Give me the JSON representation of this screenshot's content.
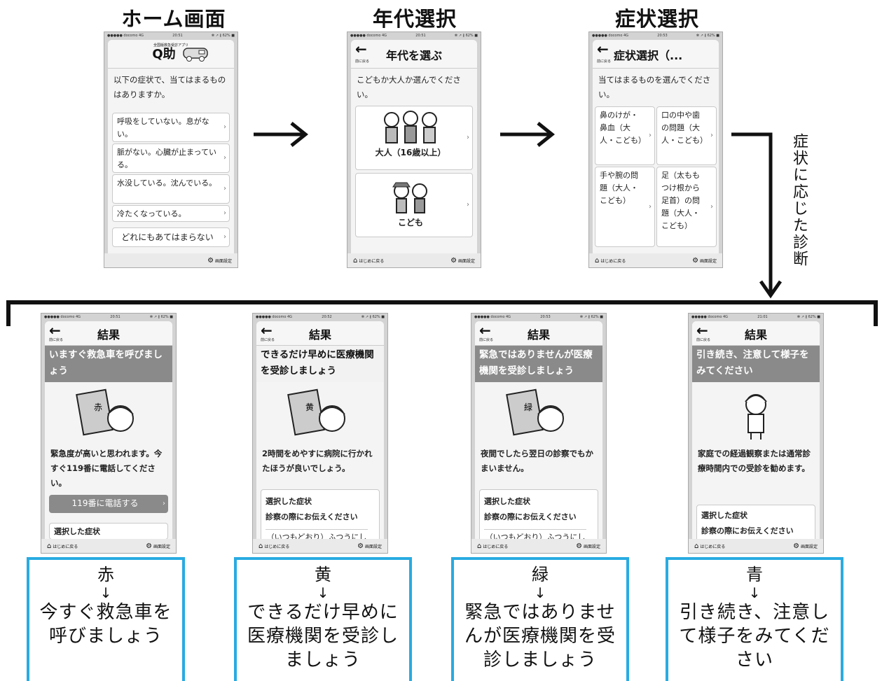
{
  "titles": {
    "home": "ホーム画面",
    "age": "年代選択",
    "symptom": "症状選択"
  },
  "side_label": "症状に応じた診断",
  "common": {
    "status_carrier": "●●●●● docomo  4G",
    "status_battery": "✻ ↗ ∦ 62% ■",
    "back_sub": "前に戻る",
    "footer_home": "はじめに戻る",
    "footer_settings": "画面設定",
    "result_title": "結果"
  },
  "home_screen": {
    "time": "20:51",
    "app_small": "全国版救急受診アプリ",
    "app_name": "Q助",
    "prompt": "以下の症状で、当てはまるものはありますか。",
    "options": [
      "呼吸をしていない。息がない。",
      "脈がない。心臓が止まっている。",
      "水没している。沈んでいる。",
      "冷たくなっている。"
    ],
    "none_button": "どれにもあてはまらない"
  },
  "age_screen": {
    "time": "20:51",
    "title": "年代を選ぶ",
    "prompt": "こどもか大人か選んでください。",
    "adult": "大人（16歳以上）",
    "child": "こども"
  },
  "symptom_screen": {
    "time": "20:53",
    "title": "症状選択（...",
    "prompt": "当てはまるものを選んでください。",
    "cells": [
      "鼻のけが・鼻血（大人・こども）",
      "口の中や歯の問題（大人・こども）",
      "手や腕の問題（大人・こども）",
      "足（太ももつけ根から足首）の問題（大人・こども）"
    ]
  },
  "results": [
    {
      "time": "20:51",
      "banner": "いますぐ救急車を呼びましょう",
      "badge": "赤",
      "text": "緊急度が高いと思われます。今すぐ119番に電話してください。",
      "call_button": "119番に電話する",
      "extra": "選択した症状"
    },
    {
      "time": "20:52",
      "banner": "できるだけ早めに医療機関を受診しましょう",
      "badge": "黄",
      "text": "2時間をめやすに病院に行かれたほうが良いでしょう。",
      "sel_title": "選択した症状",
      "sel_sub": "診察の際にお伝えください",
      "sel_item": "（いつもどおり）ふつうにし"
    },
    {
      "time": "20:53",
      "banner": "緊急ではありませんが医療機関を受診しましょう",
      "badge": "緑",
      "text": "夜間でしたら翌日の診察でもかまいません。",
      "sel_title": "選択した症状",
      "sel_sub": "診察の際にお伝えください",
      "sel_item": "（いつもどおり）ふつうにし"
    },
    {
      "time": "21:01",
      "banner": "引き続き、注意して様子をみてください",
      "badge": "",
      "text": "家庭での経過観察または通常診療時間内での受診を勧めます。",
      "sel_title": "選択した症状",
      "sel_sub": "診察の際にお伝えください"
    }
  ],
  "boxes": [
    {
      "color": "赤",
      "arrow": "↓",
      "text": "今すぐ救急車を呼びましょう"
    },
    {
      "color": "黄",
      "arrow": "↓",
      "text": "できるだけ早めに医療機関を受診しましょう"
    },
    {
      "color": "緑",
      "arrow": "↓",
      "text": "緊急ではありませんが医療機関を受診しましょう"
    },
    {
      "color": "青",
      "arrow": "↓",
      "text": "引き続き、注意して様子をみてください"
    }
  ],
  "colors": {
    "box_border": "#29abe2",
    "banner": "#8a8a8a"
  }
}
